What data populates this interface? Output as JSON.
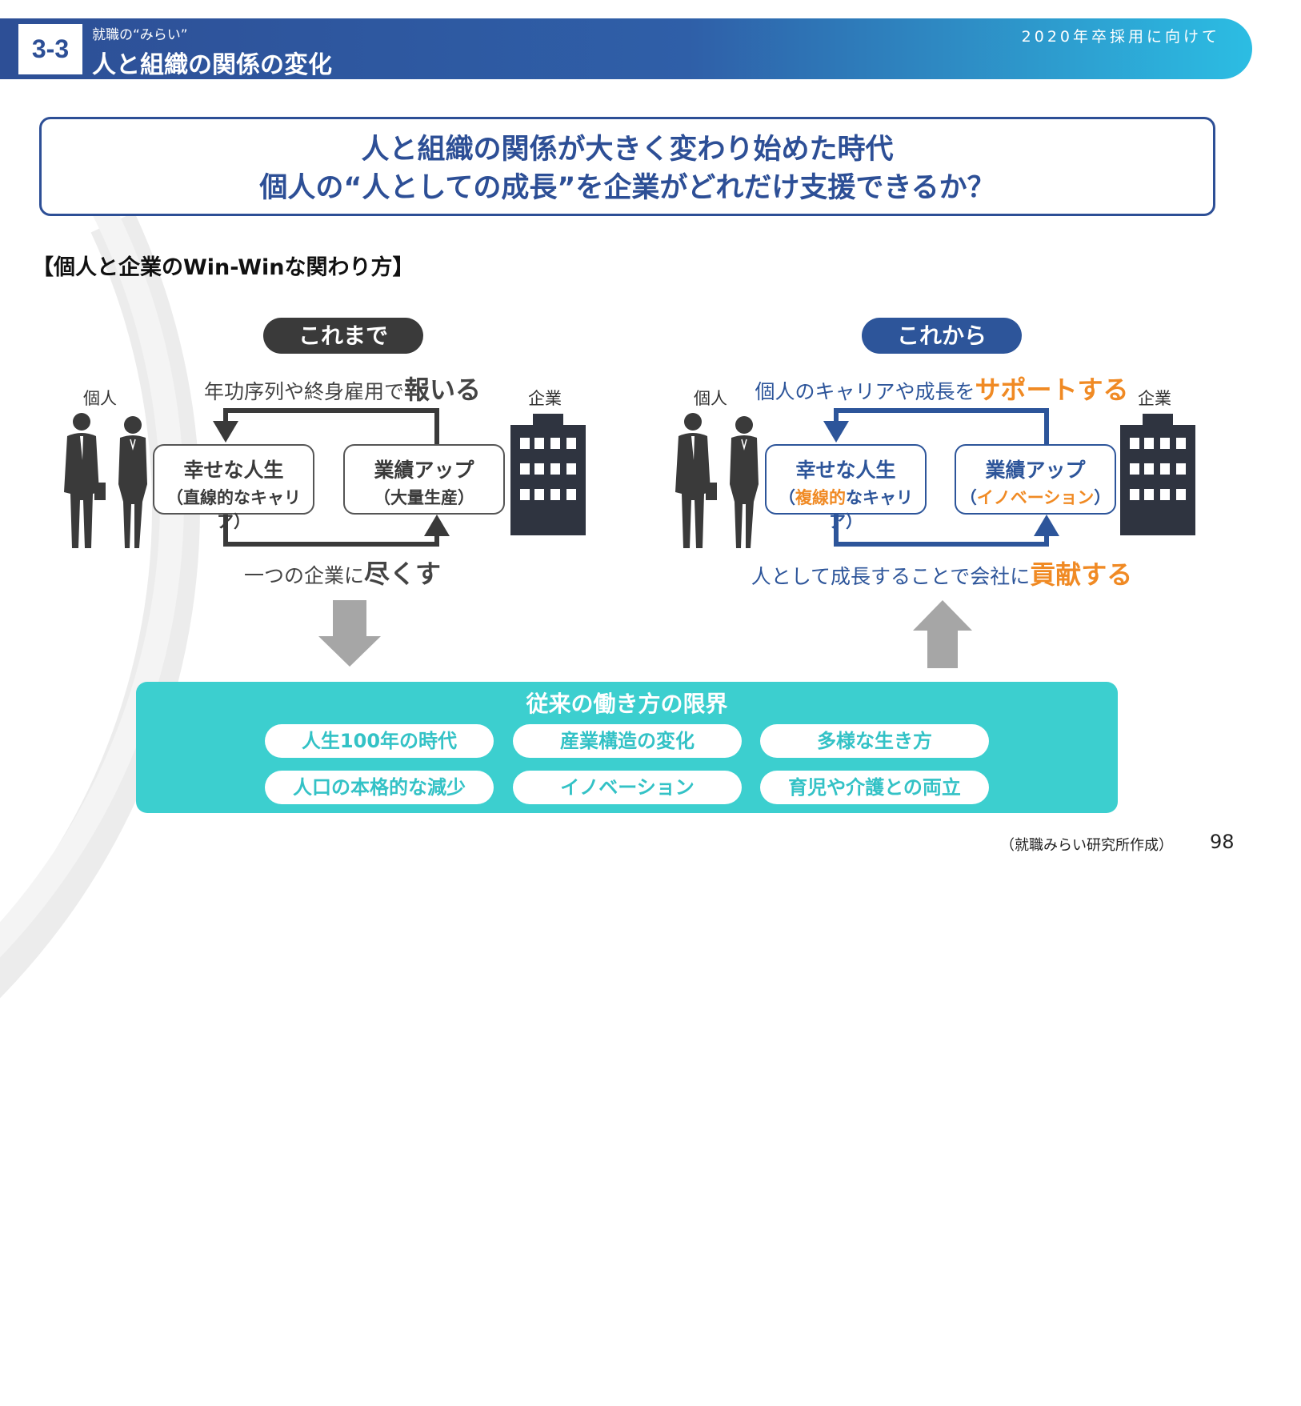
{
  "header": {
    "section_number": "3-3",
    "subtitle": "就職の“みらい”",
    "title": "人と組織の関係の変化",
    "right_text": "2020年卒採用に向けて"
  },
  "headline": {
    "line1": "人と組織の関係が大きく変わり始めた時代",
    "line2": "個人の“人としての成長”を企業がどれだけ支援できるか？"
  },
  "section_title": "【個人と企業のWin-Winな関わり方】",
  "before": {
    "pill": "これまで",
    "individual": "個人",
    "company": "企業",
    "top_caption": "年功序列や終身雇用で",
    "top_caption_emph": "報いる",
    "box1_line1": "幸せな人生",
    "box1_line2": "（直線的なキャリア）",
    "box2_line1": "業績アップ",
    "box2_line2": "（大量生産）",
    "bottom_caption": "一つの企業に",
    "bottom_caption_emph": "尽くす"
  },
  "after": {
    "pill": "これから",
    "individual": "個人",
    "company": "企業",
    "top_caption": "個人のキャリアや成長を",
    "top_caption_emph": "サポートする",
    "box1_line1": "幸せな人生",
    "box1_line2_open": "（",
    "box1_line2_emph": "複線的",
    "box1_line2_rest": "なキャリア）",
    "box2_line1": "業績アップ",
    "box2_line2_open": "（",
    "box2_line2_emph": "イノベーション",
    "box2_line2_close": "）",
    "bottom_caption": "人として成長することで会社に",
    "bottom_caption_emph": "貢献する"
  },
  "limits": {
    "title": "従来の働き方の限界",
    "items": [
      "人生100年の時代",
      "産業構造の変化",
      "多様な生き方",
      "人口の本格的な減少",
      "イノベーション",
      "育児や介護との両立"
    ]
  },
  "footer": {
    "source": "（就職みらい研究所作成）",
    "page": "98"
  },
  "colors": {
    "navy": "#2d4f96",
    "teal": "#3ccfcf",
    "orange": "#f08a24",
    "dark": "#3a3a3a"
  }
}
